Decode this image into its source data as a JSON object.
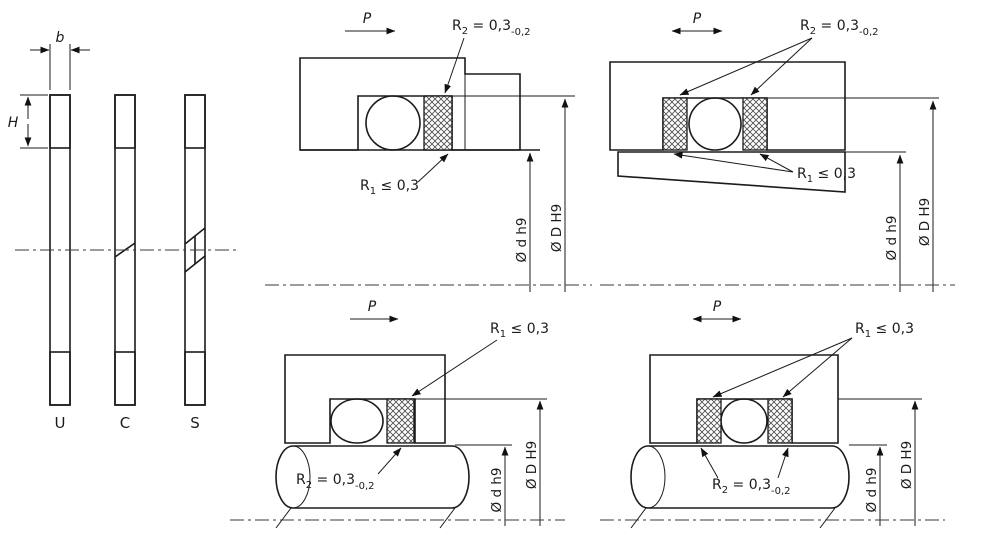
{
  "profiles": {
    "u_label": "U",
    "c_label": "C",
    "s_label": "S",
    "width_dim": "b",
    "height_dim": "H"
  },
  "annotations": {
    "pressure": "P",
    "radius_symbol": "R",
    "r1_subscript": "1",
    "r2_subscript": "2",
    "r1_condition": " ≤ 0,3",
    "r2_value": " = 0,3",
    "r2_tolerance": "-0,2",
    "shaft_dia": "Ø d h9",
    "bore_dia": "Ø D H9"
  },
  "colors": {
    "metal": "#b5b7b9",
    "metal_light": "#d2d4d5",
    "metal_dark": "#a2a5a7",
    "line": "#1b1b1b",
    "hatch": "#4a4a4a"
  }
}
